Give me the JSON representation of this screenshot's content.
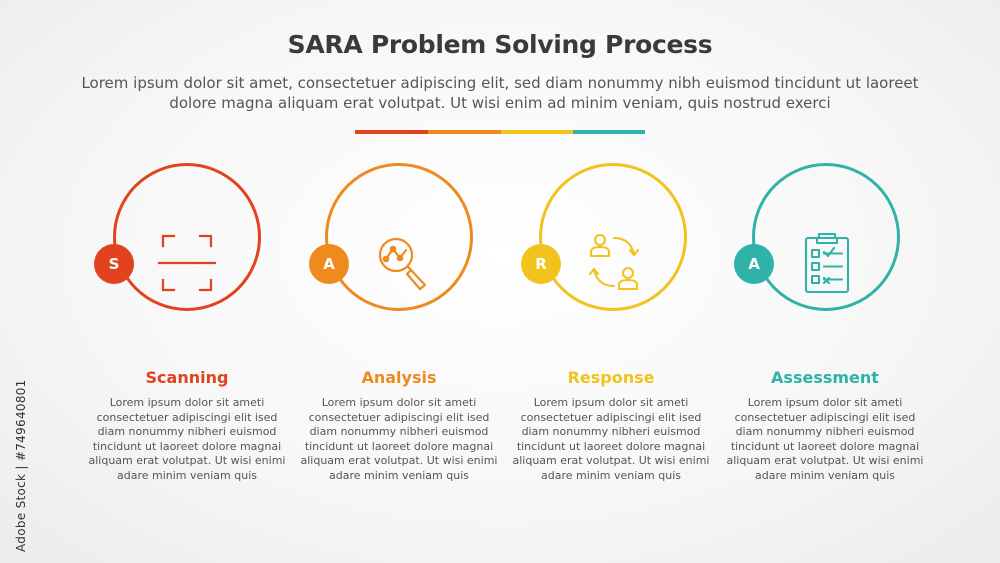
{
  "title": "SARA Problem Solving Process",
  "subtitle": "Lorem ipsum dolor sit amet, consectetuer adipiscing elit, sed diam nonummy nibh euismod tincidunt ut laoreet dolore magna aliquam erat volutpat. Ut wisi enim ad minim veniam, quis nostrud exerci",
  "colors": {
    "scanning": "#e2431e",
    "analysis": "#ef8a1f",
    "response": "#f2c21d",
    "assessment": "#2fb2a8"
  },
  "steps": [
    {
      "letter": "S",
      "title": "Scanning",
      "icon": "scan-frame-icon",
      "desc": "Lorem ipsum dolor sit ameti consectetuer adipiscingi elit ised diam nonummy nibheri euismod tincidunt ut laoreet dolore magnai aliquam erat volutpat. Ut wisi enimi adare minim veniam quis"
    },
    {
      "letter": "A",
      "title": "Analysis",
      "icon": "magnifier-graph-icon",
      "desc": "Lorem ipsum dolor sit ameti consectetuer adipiscingi elit ised diam nonummy nibheri euismod tincidunt ut laoreet dolore magnai aliquam erat volutpat. Ut wisi enimi adare minim veniam quis"
    },
    {
      "letter": "R",
      "title": "Response",
      "icon": "people-exchange-icon",
      "desc": "Lorem ipsum dolor sit ameti consectetuer adipiscingi elit ised diam nonummy nibheri euismod tincidunt ut laoreet dolore magnai aliquam erat volutpat. Ut wisi enimi adare minim veniam quis"
    },
    {
      "letter": "A",
      "title": "Assessment",
      "icon": "clipboard-checklist-icon",
      "desc": "Lorem ipsum dolor sit ameti consectetuer adipiscingi elit ised diam nonummy nibheri euismod tincidunt ut laoreet dolore magnai aliquam erat volutpat. Ut wisi enimi adare minim veniam quis"
    }
  ],
  "watermark": "Adobe Stock | #749640801"
}
